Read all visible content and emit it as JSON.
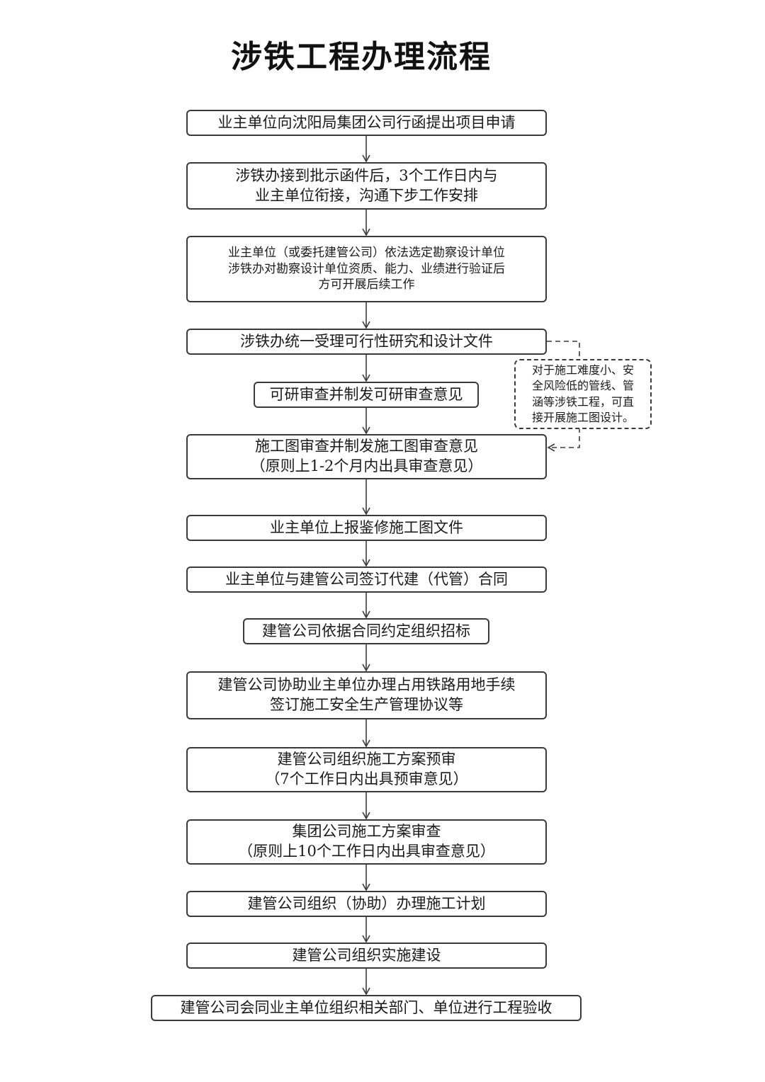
{
  "title": "涉铁工程办理流程",
  "steps": [
    {
      "lines": [
        "业主单位向沈阳局集团公司行函提出项目申请"
      ]
    },
    {
      "lines": [
        "涉铁办接到批示函件后，3个工作日内与",
        "业主单位衔接，沟通下步工作安排"
      ]
    },
    {
      "lines": [
        "业主单位（或委托建管公司）依法选定勘察设计单位",
        "涉铁办对勘察设计单位资质、能力、业绩进行验证后",
        "方可开展后续工作"
      ]
    },
    {
      "lines": [
        "涉铁办统一受理可行性研究和设计文件"
      ]
    },
    {
      "lines": [
        "可研审查并制发可研审查意见"
      ]
    },
    {
      "lines": [
        "施工图审查并制发施工图审查意见",
        "（原则上1-2个月内出具审查意见）"
      ]
    },
    {
      "lines": [
        "业主单位上报鉴修施工图文件"
      ]
    },
    {
      "lines": [
        "业主单位与建管公司签订代建（代管）合同"
      ]
    },
    {
      "lines": [
        "建管公司依据合同约定组织招标"
      ]
    },
    {
      "lines": [
        "建管公司协助业主单位办理占用铁路用地手续",
        "签订施工安全生产管理协议等"
      ]
    },
    {
      "lines": [
        "建管公司组织施工方案预审",
        "（7个工作日内出具预审意见）"
      ]
    },
    {
      "lines": [
        "集团公司施工方案审查",
        "（原则上10个工作日内出具审查意见）"
      ]
    },
    {
      "lines": [
        "建管公司组织（协助）办理施工计划"
      ]
    },
    {
      "lines": [
        "建管公司组织实施建设"
      ]
    },
    {
      "lines": [
        "建管公司会同业主单位组织相关部门、单位进行工程验收"
      ]
    }
  ],
  "side_note": {
    "lines": [
      "对于施工难度小、安",
      "全风险低的管线、管",
      "涵等涉铁工程，可直",
      "接开展施工图设计。"
    ]
  }
}
